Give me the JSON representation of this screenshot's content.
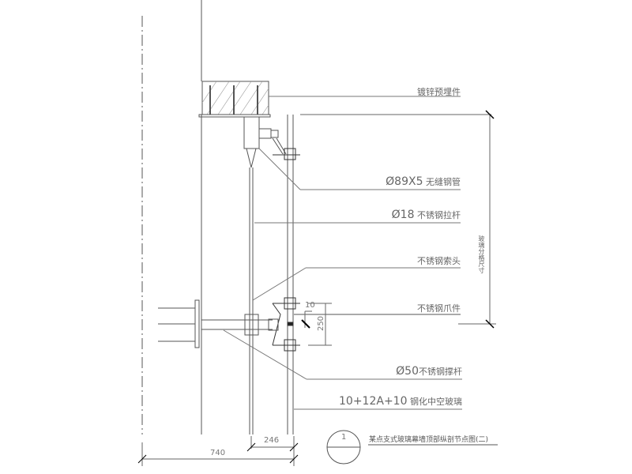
{
  "labels": {
    "embedded_part": "镀锌预埋件",
    "seamless_pipe_spec": "Ø89X5",
    "seamless_pipe": "无缝钢管",
    "tie_rod_spec": "Ø18",
    "tie_rod": "不锈钢拉杆",
    "cable_head": "不锈钢索头",
    "claw": "不锈钢爪件",
    "strut_spec": "Ø50",
    "strut": "不锈钢撑杆",
    "glass_spec": "10+12A+10",
    "glass": "钢化中空玻璃",
    "grid_size": "玻璃分格尺寸"
  },
  "dimensions": {
    "d10": "10",
    "d250": "250",
    "d246": "246",
    "d740": "740"
  },
  "title_block": {
    "number": "1",
    "title": "某点支式玻璃幕墙顶部纵剖节点图(二)"
  }
}
